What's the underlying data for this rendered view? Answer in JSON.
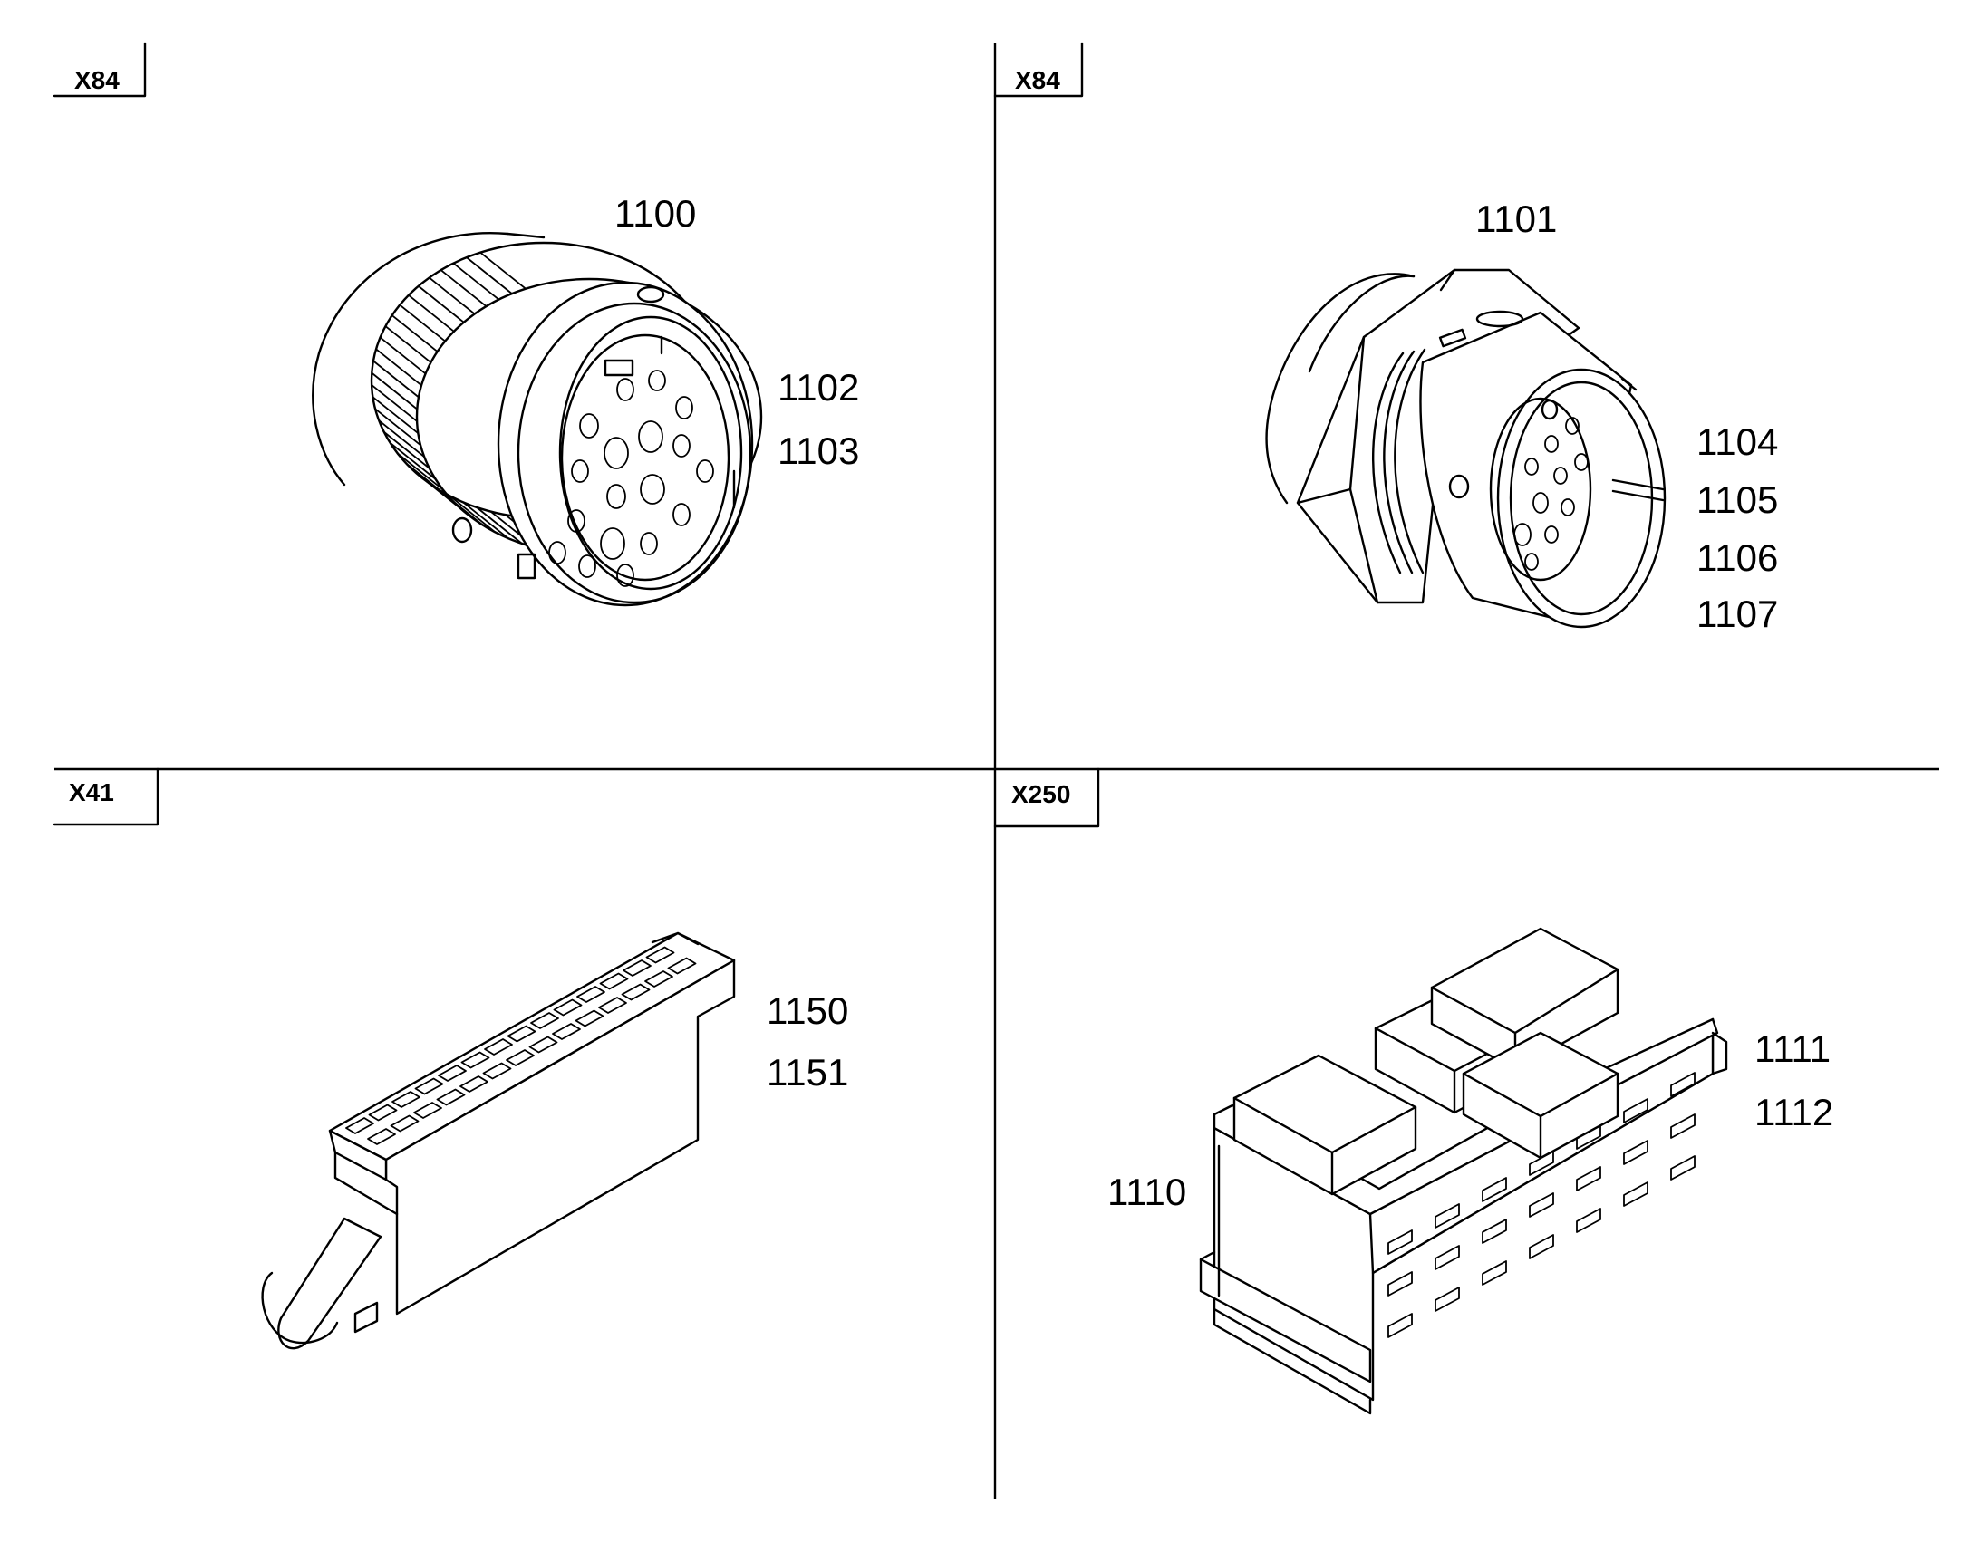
{
  "colors": {
    "line": "#000000",
    "background": "#ffffff"
  },
  "panels": {
    "top_left": {
      "tag": "X84",
      "labels": [
        "1100",
        "1102",
        "1103"
      ]
    },
    "top_right": {
      "tag": "X84",
      "labels": [
        "1101",
        "1104",
        "1105",
        "1106",
        "1107"
      ]
    },
    "bottom_left": {
      "tag": "X41",
      "labels": [
        "1150",
        "1151"
      ]
    },
    "bottom_right": {
      "tag": "X250",
      "labels": [
        "1110",
        "1111",
        "1112"
      ]
    }
  }
}
